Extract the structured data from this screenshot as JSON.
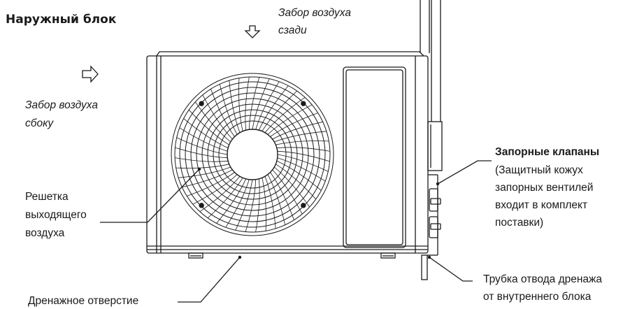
{
  "title": "Наружный блок",
  "labels": {
    "air_rear_1": "Забор воздуха",
    "air_rear_2": "сзади",
    "air_side_1": "Забор воздуха",
    "air_side_2": "сбоку",
    "valves_title": "Запорные клапаны",
    "valves_1": "(Защитный кожух",
    "valves_2": "запорных вентилей",
    "valves_3": "входит в комплект",
    "valves_4": "поставки)",
    "grille_1": "Решетка",
    "grille_2": "выходящего",
    "grille_3": "воздуха",
    "drain_hole": "Дренажное отверстие",
    "drain_pipe_1": "Трубка отвода дренажа",
    "drain_pipe_2": "от внутреннего блока"
  },
  "colors": {
    "line": "#1a1a1a",
    "background": "#ffffff"
  }
}
